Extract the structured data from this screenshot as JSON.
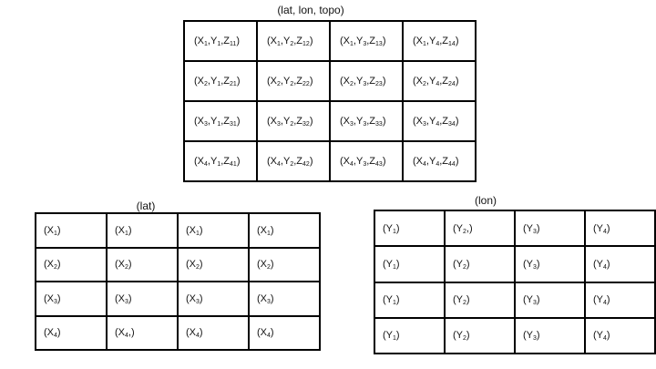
{
  "diagrams": [
    {
      "id": "main",
      "title": "(lat, lon, topo)",
      "rows": [
        [
          {
            "x": "1",
            "y": "1",
            "z": "11"
          },
          {
            "x": "1",
            "y": "2",
            "z": "12"
          },
          {
            "x": "1",
            "y": "3",
            "z": "13"
          },
          {
            "x": "1",
            "y": "4",
            "z": "14"
          }
        ],
        [
          {
            "x": "2",
            "y": "1",
            "z": "21"
          },
          {
            "x": "2",
            "y": "2",
            "z": "22"
          },
          {
            "x": "2",
            "y": "3",
            "z": "23"
          },
          {
            "x": "2",
            "y": "4",
            "z": "24"
          }
        ],
        [
          {
            "x": "3",
            "y": "1",
            "z": "31"
          },
          {
            "x": "3",
            "y": "2",
            "z": "32"
          },
          {
            "x": "3",
            "y": "3",
            "z": "33"
          },
          {
            "x": "3",
            "y": "4",
            "z": "34"
          }
        ],
        [
          {
            "x": "4",
            "y": "1",
            "z": "41"
          },
          {
            "x": "4",
            "y": "2",
            "z": "42"
          },
          {
            "x": "4",
            "y": "3",
            "z": "43"
          },
          {
            "x": "4",
            "y": "4",
            "z": "44"
          }
        ]
      ]
    },
    {
      "id": "lat",
      "title": "(lat)",
      "rows": [
        [
          {
            "x": "1"
          },
          {
            "x": "1"
          },
          {
            "x": "1"
          },
          {
            "x": "1"
          }
        ],
        [
          {
            "x": "2"
          },
          {
            "x": "2"
          },
          {
            "x": "2"
          },
          {
            "x": "2"
          }
        ],
        [
          {
            "x": "3"
          },
          {
            "x": "3"
          },
          {
            "x": "3"
          },
          {
            "x": "3"
          }
        ],
        [
          {
            "x": "4"
          },
          {
            "x": "4",
            "extra": ","
          },
          {
            "x": "4"
          },
          {
            "x": "4"
          }
        ]
      ]
    },
    {
      "id": "lon",
      "title": "(lon)",
      "rows": [
        [
          {
            "y": "1"
          },
          {
            "y": "2",
            "extra": ","
          },
          {
            "y": "3"
          },
          {
            "y": "4"
          }
        ],
        [
          {
            "y": "1"
          },
          {
            "y": "2"
          },
          {
            "y": "3"
          },
          {
            "y": "4"
          }
        ],
        [
          {
            "y": "1"
          },
          {
            "y": "2"
          },
          {
            "y": "3"
          },
          {
            "y": "4"
          }
        ],
        [
          {
            "y": "1"
          },
          {
            "y": "2"
          },
          {
            "y": "3"
          },
          {
            "y": "4"
          }
        ]
      ]
    }
  ]
}
